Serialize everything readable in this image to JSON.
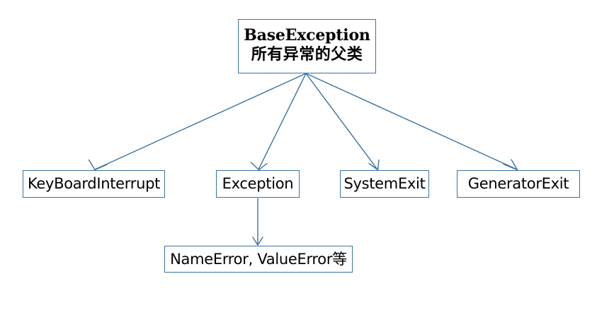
{
  "diagram": {
    "type": "class-hierarchy-tree",
    "title_text": "",
    "colors": {
      "box_border": "#3A72A0",
      "box_fill": "#FFFFFF",
      "edge_stroke": "#3A72A0",
      "text": "#000000",
      "background": "#FFFFFF"
    },
    "root": {
      "id": "base-exception",
      "label_latin": "BaseException",
      "label_cjk": "所有异常的父类"
    },
    "children": [
      {
        "id": "keyboardinterrupt",
        "label": "KeyBoardInterrupt"
      },
      {
        "id": "exception",
        "label": "Exception"
      },
      {
        "id": "systemexit",
        "label": "SystemExit"
      },
      {
        "id": "generatorexit",
        "label": "GeneratorExit"
      }
    ],
    "grandchildren": [
      {
        "id": "name-value-error",
        "label": "NameError, ValueError等",
        "parent": "exception"
      }
    ],
    "edges": [
      {
        "from": "base-exception",
        "to": "keyboardinterrupt",
        "arrow": "open-v"
      },
      {
        "from": "base-exception",
        "to": "exception",
        "arrow": "open-v"
      },
      {
        "from": "base-exception",
        "to": "systemexit",
        "arrow": "open-v"
      },
      {
        "from": "base-exception",
        "to": "generatorexit",
        "arrow": "open-v"
      },
      {
        "from": "exception",
        "to": "name-value-error",
        "arrow": "open-v"
      }
    ]
  }
}
